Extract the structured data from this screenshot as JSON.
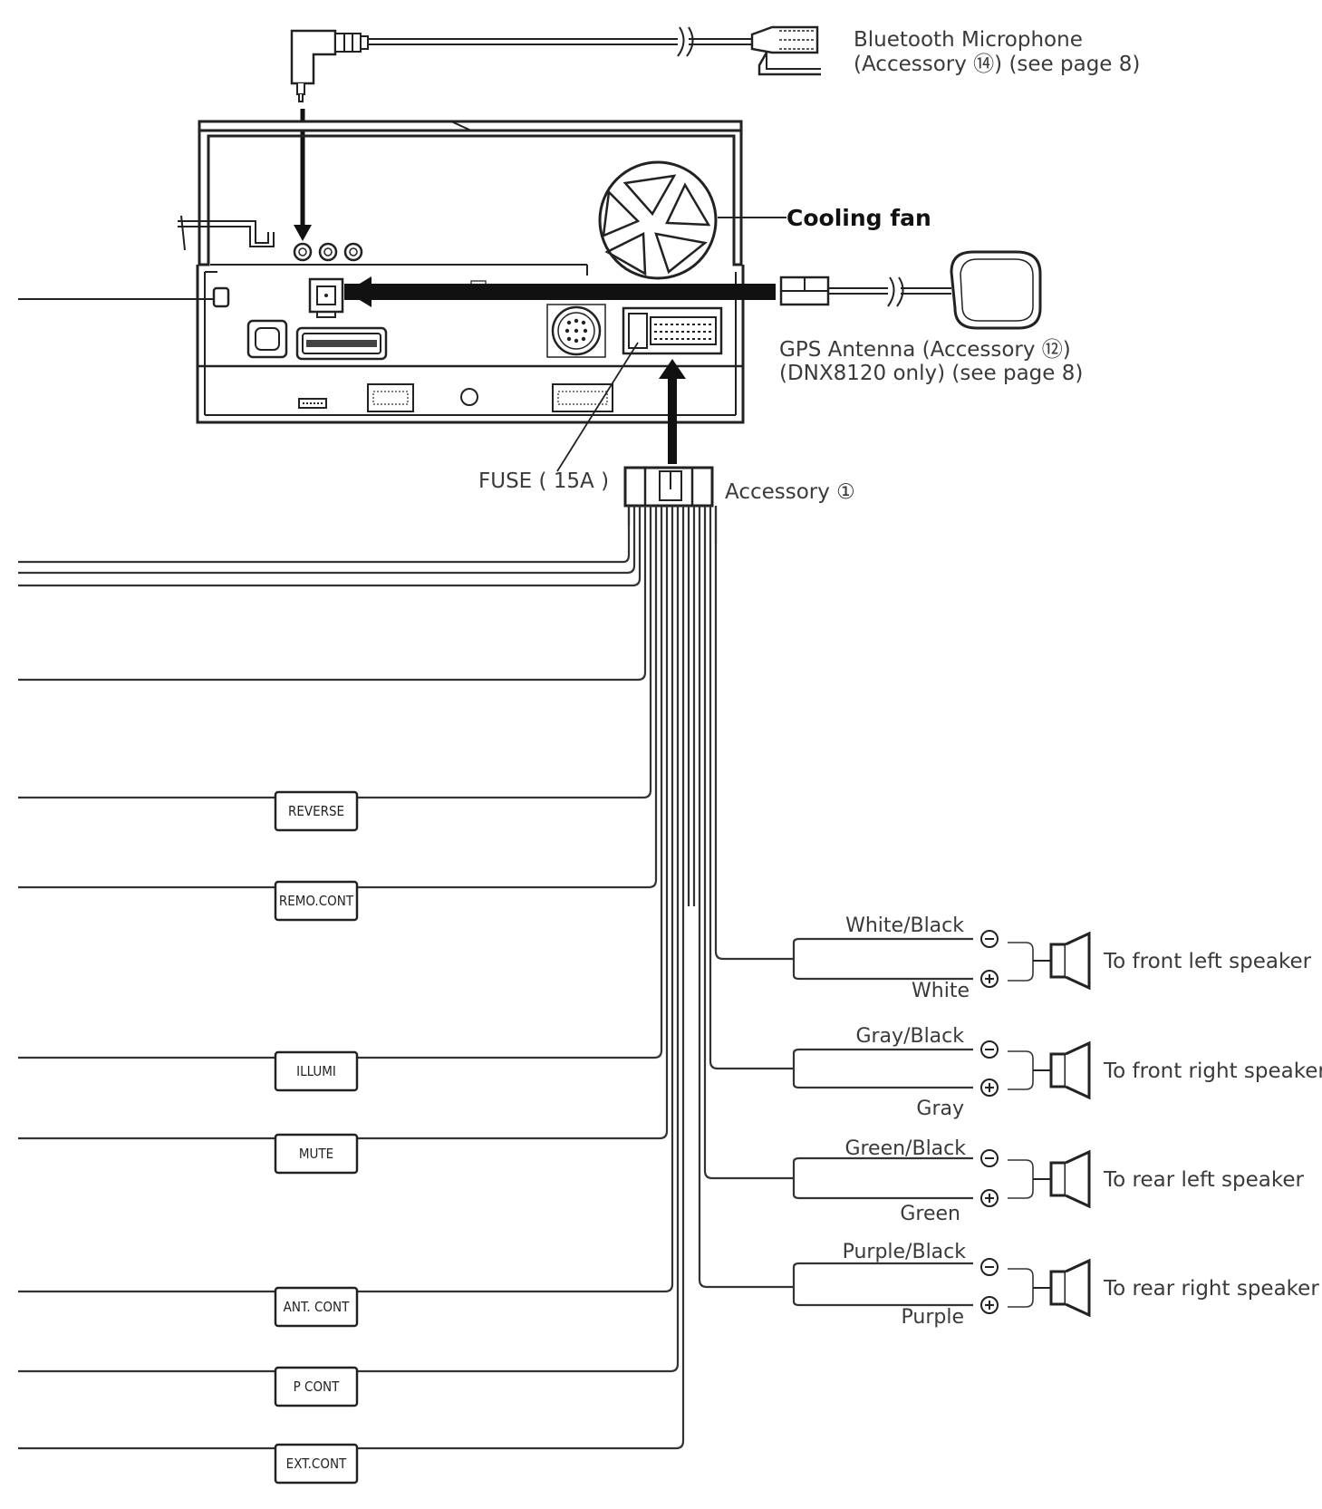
{
  "accessories": {
    "bluetooth_mic": {
      "line1": "Bluetooth  Microphone",
      "line2": "(Accessory ⑭) (see page 8)"
    },
    "cooling_fan": "Cooling fan",
    "gps_antenna": {
      "line1": "GPS Antenna (Accessory ⑫)",
      "line2": "(DNX8120 only) (see page 8)"
    },
    "fuse": "FUSE ( 15A )",
    "harness": "Accessory ①"
  },
  "wire_tags": [
    "REVERSE",
    "REMO.CONT",
    "ILLUMI",
    "MUTE",
    "ANT. CONT",
    "P CONT",
    "EXT.CONT"
  ],
  "speakers": [
    {
      "neg_color": "White/Black",
      "pos_color": "White",
      "target": "To front left speaker"
    },
    {
      "neg_color": "Gray/Black",
      "pos_color": "Gray",
      "target": "To front right speaker"
    },
    {
      "neg_color": "Green/Black",
      "pos_color": "Green",
      "target": "To rear left speaker"
    },
    {
      "neg_color": "Purple/Black",
      "pos_color": "Purple",
      "target": "To rear right speaker"
    }
  ],
  "icons": {
    "negative": "minus-circle-icon",
    "positive": "plus-circle-icon",
    "speaker": "speaker-icon",
    "arrow": "arrow-icon"
  }
}
